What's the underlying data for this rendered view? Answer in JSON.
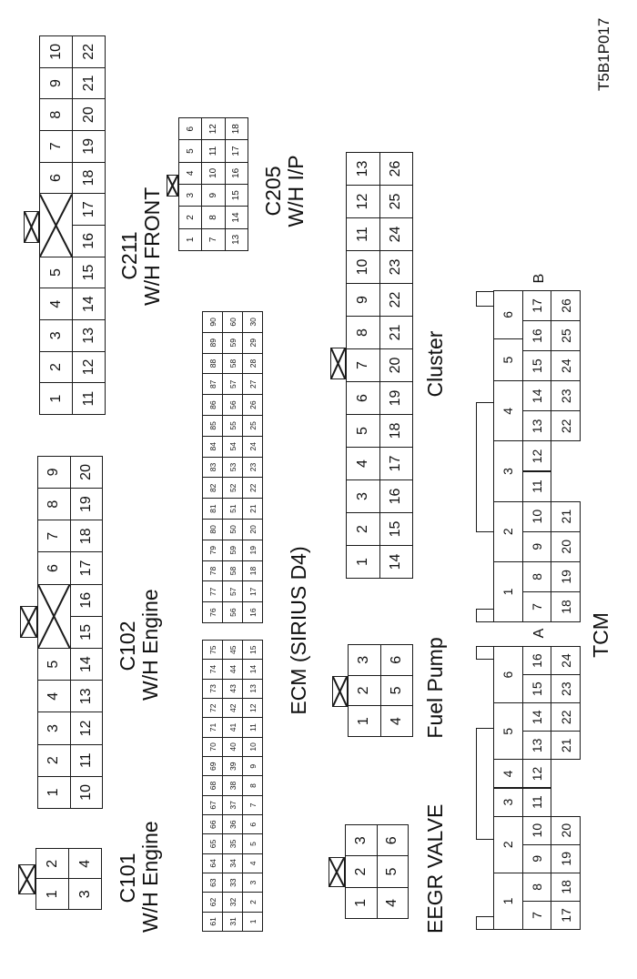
{
  "figure_code": "T5B1P017",
  "connectors": [
    {
      "id": "c211",
      "title": "C211",
      "subtitle": "W/H FRONT",
      "rows": [
        [
          "1",
          "2",
          "3",
          "4",
          "5",
          "6",
          "7",
          "8",
          "9",
          "10"
        ],
        [
          "11",
          "12",
          "13",
          "14",
          "15",
          "16",
          "17",
          "18",
          "19",
          "20",
          "21",
          "22"
        ]
      ]
    },
    {
      "id": "c205",
      "title": "C205",
      "subtitle": "W/H I/P",
      "rows": [
        [
          "1",
          "2",
          "3",
          "4",
          "5",
          "6"
        ],
        [
          "7",
          "8",
          "9",
          "10",
          "11",
          "12"
        ],
        [
          "13",
          "14",
          "15",
          "16",
          "17",
          "18"
        ]
      ]
    },
    {
      "id": "c102",
      "title": "C102",
      "subtitle": "W/H Engine",
      "rows": [
        [
          "1",
          "2",
          "3",
          "4",
          "5",
          "6",
          "7",
          "8",
          "9"
        ],
        [
          "10",
          "11",
          "12",
          "13",
          "14",
          "15",
          "16",
          "17",
          "18",
          "19",
          "20"
        ]
      ]
    },
    {
      "id": "c101",
      "title": "C101",
      "subtitle": "W/H Engine",
      "rows": [
        [
          "1",
          "2"
        ],
        [
          "3",
          "4"
        ]
      ]
    },
    {
      "id": "ecm-left",
      "title": "ECM (SIRIUS D4)",
      "rows": [
        [
          "61",
          "62",
          "63",
          "64",
          "65",
          "66",
          "67",
          "68",
          "69",
          "70",
          "71",
          "72",
          "73",
          "74",
          "75"
        ],
        [
          "31",
          "32",
          "33",
          "34",
          "35",
          "36",
          "37",
          "38",
          "39",
          "40",
          "41",
          "42",
          "43",
          "44",
          "45"
        ],
        [
          "1",
          "2",
          "3",
          "4",
          "5",
          "6",
          "7",
          "8",
          "9",
          "10",
          "11",
          "12",
          "13",
          "14",
          "15"
        ]
      ]
    },
    {
      "id": "ecm-right",
      "rows": [
        [
          "76",
          "77",
          "78",
          "79",
          "80",
          "81",
          "82",
          "83",
          "84",
          "85",
          "86",
          "87",
          "88",
          "89",
          "90"
        ],
        [
          "56",
          "57",
          "58",
          "59",
          "50",
          "51",
          "52",
          "53",
          "54",
          "55",
          "56",
          "57",
          "58",
          "59",
          "60"
        ],
        [
          "16",
          "17",
          "18",
          "19",
          "20",
          "21",
          "22",
          "23",
          "24",
          "25",
          "26",
          "27",
          "28",
          "29",
          "30"
        ]
      ]
    },
    {
      "id": "cluster",
      "title": "Cluster",
      "rows": [
        [
          "1",
          "2",
          "3",
          "4",
          "5",
          "6",
          "7",
          "8",
          "9",
          "10",
          "11",
          "12",
          "13"
        ],
        [
          "14",
          "15",
          "16",
          "17",
          "18",
          "19",
          "20",
          "21",
          "22",
          "23",
          "24",
          "25",
          "26"
        ]
      ]
    },
    {
      "id": "fuel-pump",
      "title": "Fuel Pump",
      "rows": [
        [
          "1",
          "2",
          "3"
        ],
        [
          "4",
          "5",
          "6"
        ]
      ]
    },
    {
      "id": "eegr-valve",
      "title": "EEGR VALVE",
      "rows": [
        [
          "1",
          "2",
          "3"
        ],
        [
          "4",
          "5",
          "6"
        ]
      ]
    },
    {
      "id": "tcm-a",
      "title": "TCM",
      "side": "A",
      "rows": [
        [
          "1",
          "2",
          "3",
          "4",
          "5",
          "6"
        ],
        [
          "7",
          "8",
          "9",
          "10",
          "11",
          "12",
          "13",
          "14",
          "15",
          "16"
        ],
        [
          "17",
          "18",
          "19",
          "20",
          "21",
          "22",
          "23",
          "24"
        ]
      ]
    },
    {
      "id": "tcm-b",
      "side": "B",
      "rows": [
        [
          "1",
          "2",
          "3",
          "4",
          "5",
          "6"
        ],
        [
          "7",
          "8",
          "9",
          "10",
          "11",
          "12",
          "13",
          "14",
          "15",
          "16",
          "17"
        ],
        [
          "18",
          "19",
          "20",
          "21",
          "22",
          "23",
          "24",
          "25",
          "26"
        ]
      ]
    }
  ]
}
